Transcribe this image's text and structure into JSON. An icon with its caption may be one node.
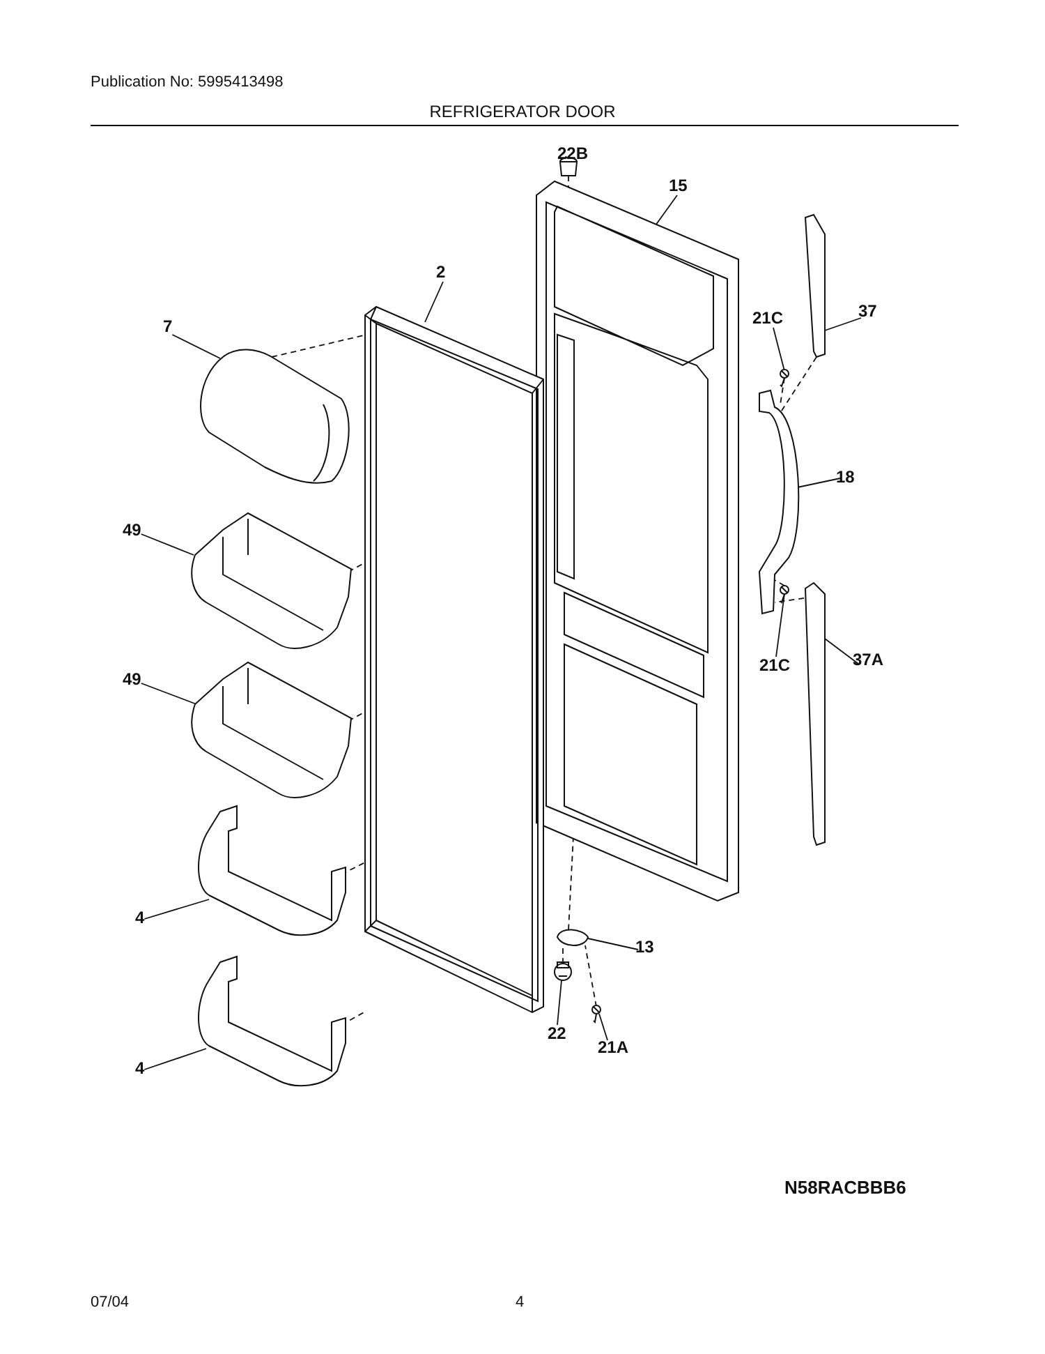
{
  "diagram": {
    "title": "REFRIGERATOR DOOR",
    "nodes": [
      {
        "text": [
          "22B"
        ]
      },
      {
        "text": [
          "15"
        ]
      },
      {
        "text": [
          "2"
        ]
      },
      {
        "text": [
          "7"
        ]
      },
      {
        "text": [
          "21C"
        ]
      },
      {
        "text": [
          "37"
        ]
      },
      {
        "text": [
          "18"
        ]
      },
      {
        "text": [
          "49"
        ]
      },
      {
        "text": [
          "21C"
        ]
      },
      {
        "text": [
          "37A"
        ]
      },
      {
        "text": [
          "49"
        ]
      },
      {
        "text": [
          "4"
        ]
      },
      {
        "text": [
          "13"
        ]
      },
      {
        "text": [
          "22"
        ]
      },
      {
        "text": [
          "21A"
        ]
      },
      {
        "text": [
          "4"
        ]
      },
      {
        "text": [],
        "shape": "picture"
      },
      {
        "text": [],
        "shape": "picture"
      },
      {
        "text": [],
        "shape": "picture"
      },
      {
        "text": [],
        "shape": "picture"
      },
      {
        "text": [],
        "shape": "picture"
      },
      {
        "text": [],
        "shape": "picture"
      },
      {
        "text": [],
        "shape": "picture"
      },
      {
        "text": [],
        "shape": "picture"
      },
      {
        "text": [],
        "shape": "picture"
      },
      {
        "text": [],
        "shape": "picture"
      },
      {
        "text": [],
        "shape": "picture"
      },
      {
        "text": [],
        "shape": "picture"
      },
      {
        "text": [],
        "shape": "picture"
      },
      {
        "text": [],
        "shape": "picture"
      },
      {
        "text": [],
        "shape": "picture"
      },
      {
        "text": [],
        "shape": "picture"
      }
    ],
    "edges": [
      {
        "from": 0,
        "to": 16,
        "arrow": "none"
      },
      {
        "from": 1,
        "to": 17,
        "arrow": "none"
      },
      {
        "from": 2,
        "to": 18,
        "arrow": "none"
      },
      {
        "from": 3,
        "to": 19,
        "arrow": "none"
      },
      {
        "from": 4,
        "to": 20,
        "arrow": "none"
      },
      {
        "from": 5,
        "to": 21,
        "arrow": "none"
      },
      {
        "from": 6,
        "to": 22,
        "arrow": "none"
      },
      {
        "from": 7,
        "to": 23,
        "arrow": "none"
      },
      {
        "from": 8,
        "to": 24,
        "arrow": "none"
      },
      {
        "from": 9,
        "to": 25,
        "arrow": "none"
      },
      {
        "from": 10,
        "to": 26,
        "arrow": "none"
      },
      {
        "from": 11,
        "to": 27,
        "arrow": "none"
      },
      {
        "from": 12,
        "to": 28,
        "arrow": "none"
      },
      {
        "from": 13,
        "to": 29,
        "arrow": "none"
      },
      {
        "from": 14,
        "to": 30,
        "arrow": "none"
      },
      {
        "from": 15,
        "to": 31,
        "arrow": "none"
      },
      {
        "from": 16,
        "to": 17,
        "arrow": "none",
        "style": "dashed"
      },
      {
        "from": 19,
        "to": 18,
        "arrow": "none",
        "style": "dashed"
      },
      {
        "from": 23,
        "to": 18,
        "arrow": "none",
        "style": "dashed"
      },
      {
        "from": 26,
        "to": 18,
        "arrow": "none",
        "style": "dashed"
      },
      {
        "from": 27,
        "to": 18,
        "arrow": "none",
        "style": "dashed"
      },
      {
        "from": 31,
        "to": 18,
        "arrow": "none",
        "style": "dashed"
      },
      {
        "from": 20,
        "to": 22,
        "arrow": "none",
        "style": "dashed"
      },
      {
        "from": 21,
        "to": 22,
        "arrow": "none",
        "style": "dashed"
      },
      {
        "from": 24,
        "to": 22,
        "arrow": "none",
        "style": "dashed"
      },
      {
        "from": 25,
        "to": 22,
        "arrow": "none",
        "style": "dashed"
      },
      {
        "from": 28,
        "to": 17,
        "arrow": "none",
        "style": "dashed"
      },
      {
        "from": 29,
        "to": 28,
        "arrow": "none",
        "style": "dashed"
      },
      {
        "from": 30,
        "to": 28,
        "arrow": "none",
        "style": "dashed"
      }
    ],
    "labels": [
      "Publication No: 5995413498",
      "N58RACBBB6",
      "07/04",
      "4"
    ]
  }
}
